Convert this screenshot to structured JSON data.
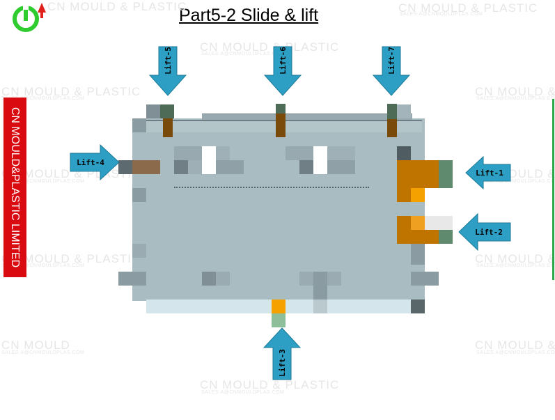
{
  "title": "Part5-2 Slide & lift",
  "sidebar": {
    "text": "CN MOULD&PLASTIC LIMITED"
  },
  "watermark": {
    "brand": "CN MOULD & PLASTIC",
    "brand_alt": "CN MOULD",
    "email": "SALES.A@CNMOULDPLAS.COM"
  },
  "lifts": [
    {
      "label": "Lift-1",
      "direction": "left"
    },
    {
      "label": "Lift-2",
      "direction": "left"
    },
    {
      "label": "Lift-3",
      "direction": "up"
    },
    {
      "label": "Lift-4",
      "direction": "right"
    },
    {
      "label": "Lift-5",
      "direction": "down"
    },
    {
      "label": "Lift-6",
      "direction": "down"
    },
    {
      "label": "Lift-7",
      "direction": "down"
    }
  ],
  "colors": {
    "arrow": "#2e9fc4",
    "part_body": "#a9bcc2",
    "lifter_orange": "#c07400",
    "lifter_brown": "#7a4a0a",
    "lifter_green": "#5f8a6e",
    "logo_green": "#2ecc2e",
    "sidebar_red": "#d90a10"
  }
}
